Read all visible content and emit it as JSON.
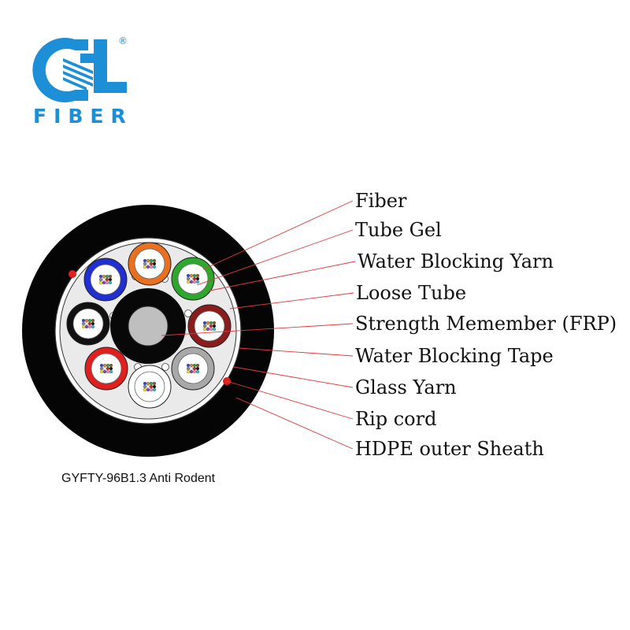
{
  "logo": {
    "brand_word": "FIBER",
    "registered_mark": "®",
    "brand_color": "#1d8fd6"
  },
  "diagram": {
    "caption": "GYFTY-96B1.3 Anti Rodent",
    "labels": [
      "Fiber",
      "Tube Gel",
      "Water Blocking Yarn",
      "Loose Tube",
      "Strength Memember (FRP)",
      "Water Blocking Tape",
      "Glass Yarn",
      "Rip cord",
      "HDPE outer Sheath"
    ],
    "leader_color": "#e2393f",
    "tube_colors": [
      "#e8701f",
      "#2da82d",
      "#8b1c1c",
      "#a8a8a8",
      "#ffffff",
      "#e0201e",
      "#111111",
      "#1f2fd0"
    ],
    "fiber_colors": [
      "#2f46d8",
      "#e08a2a",
      "#27a845",
      "#8a5a2b",
      "#8a8a8a",
      "#ffffff",
      "#d61f26",
      "#111111",
      "#f4e02a",
      "#8a3cc8",
      "#f08bb8",
      "#20c0d6"
    ]
  }
}
